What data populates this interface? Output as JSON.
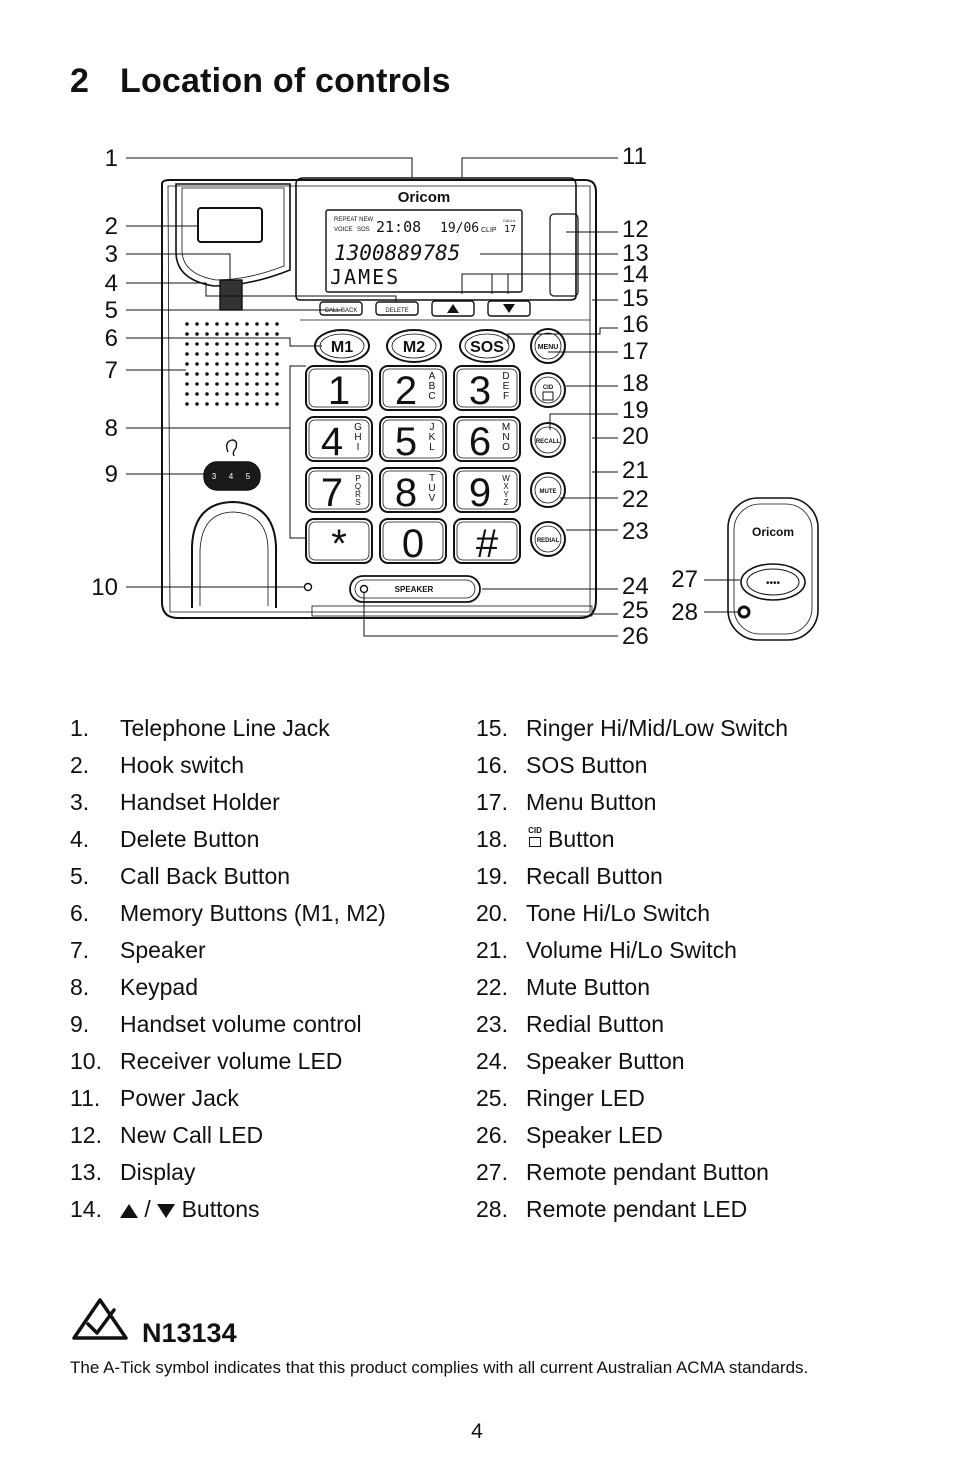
{
  "heading": {
    "number": "2",
    "title": "Location of controls"
  },
  "diagram": {
    "brand": "Oricom",
    "display": {
      "status_top": "REPEAT NEW",
      "status_voice": "VOICE",
      "status_sos": "SOS",
      "time": "21:08",
      "date": "19/06",
      "clip": "CLIP",
      "call_label": "CALL#",
      "call_count": "17",
      "number": "1300889785",
      "name": "JAMES"
    },
    "buttons": {
      "call_back": "CALL BACK",
      "delete": "DELETE",
      "m1": "M1",
      "m2": "M2",
      "sos": "SOS",
      "menu": "MENU",
      "cid": "CID",
      "recall": "RECALL",
      "mute": "MUTE",
      "redial": "REDIAL",
      "speaker": "SPEAKER"
    },
    "keypad": [
      {
        "digit": "1",
        "letters": ""
      },
      {
        "digit": "2",
        "letters": "ABC"
      },
      {
        "digit": "3",
        "letters": "DEF"
      },
      {
        "digit": "4",
        "letters": "GHI"
      },
      {
        "digit": "5",
        "letters": "JKL"
      },
      {
        "digit": "6",
        "letters": "MNO"
      },
      {
        "digit": "7",
        "letters": "PQRS"
      },
      {
        "digit": "8",
        "letters": "TUV"
      },
      {
        "digit": "9",
        "letters": "WXYZ"
      },
      {
        "digit": "*",
        "letters": ""
      },
      {
        "digit": "0",
        "letters": ""
      },
      {
        "digit": "#",
        "letters": ""
      }
    ],
    "volume_steps": [
      "3",
      "4",
      "5"
    ],
    "pendant_brand": "Oricom",
    "callouts": [
      "1",
      "2",
      "3",
      "4",
      "5",
      "6",
      "7",
      "8",
      "9",
      "10",
      "11",
      "12",
      "13",
      "14",
      "15",
      "16",
      "17",
      "18",
      "19",
      "20",
      "21",
      "22",
      "23",
      "24",
      "25",
      "26",
      "27",
      "28"
    ]
  },
  "legend_left": [
    {
      "n": "1.",
      "text": "Telephone Line Jack"
    },
    {
      "n": "2.",
      "text": "Hook switch"
    },
    {
      "n": "3.",
      "text": "Handset Holder"
    },
    {
      "n": "4.",
      "text": "Delete Button"
    },
    {
      "n": "5.",
      "text": "Call Back Button"
    },
    {
      "n": "6.",
      "text": "Memory Buttons (M1, M2)"
    },
    {
      "n": "7.",
      "text": "Speaker"
    },
    {
      "n": "8.",
      "text": "Keypad"
    },
    {
      "n": "9.",
      "text": "Handset volume control"
    },
    {
      "n": "10.",
      "text": "Receiver volume LED"
    },
    {
      "n": "11.",
      "text": "Power Jack"
    },
    {
      "n": "12.",
      "text": "New Call LED"
    },
    {
      "n": "13.",
      "text": "Display"
    },
    {
      "n": "14.",
      "text": "Buttons",
      "sep": "/"
    }
  ],
  "legend_right": [
    {
      "n": "15.",
      "text": "Ringer Hi/Mid/Low Switch"
    },
    {
      "n": "16.",
      "text": "SOS Button"
    },
    {
      "n": "17.",
      "text": "Menu Button"
    },
    {
      "n": "18.",
      "text": "Button",
      "icon_label": "CID"
    },
    {
      "n": "19.",
      "text": "Recall Button"
    },
    {
      "n": "20.",
      "text": "Tone Hi/Lo Switch"
    },
    {
      "n": "21.",
      "text": "Volume Hi/Lo Switch"
    },
    {
      "n": "22.",
      "text": "Mute Button"
    },
    {
      "n": "23.",
      "text": "Redial Button"
    },
    {
      "n": "24.",
      "text": "Speaker Button"
    },
    {
      "n": "25.",
      "text": "Ringer LED"
    },
    {
      "n": "26.",
      "text": "Speaker LED"
    },
    {
      "n": "27.",
      "text": "Remote pendant Button"
    },
    {
      "n": "28.",
      "text": "Remote pendant LED"
    }
  ],
  "certification": {
    "code": "N13134",
    "note": "The A-Tick symbol indicates that this product complies with all current Australian ACMA standards."
  },
  "page_number": "4"
}
